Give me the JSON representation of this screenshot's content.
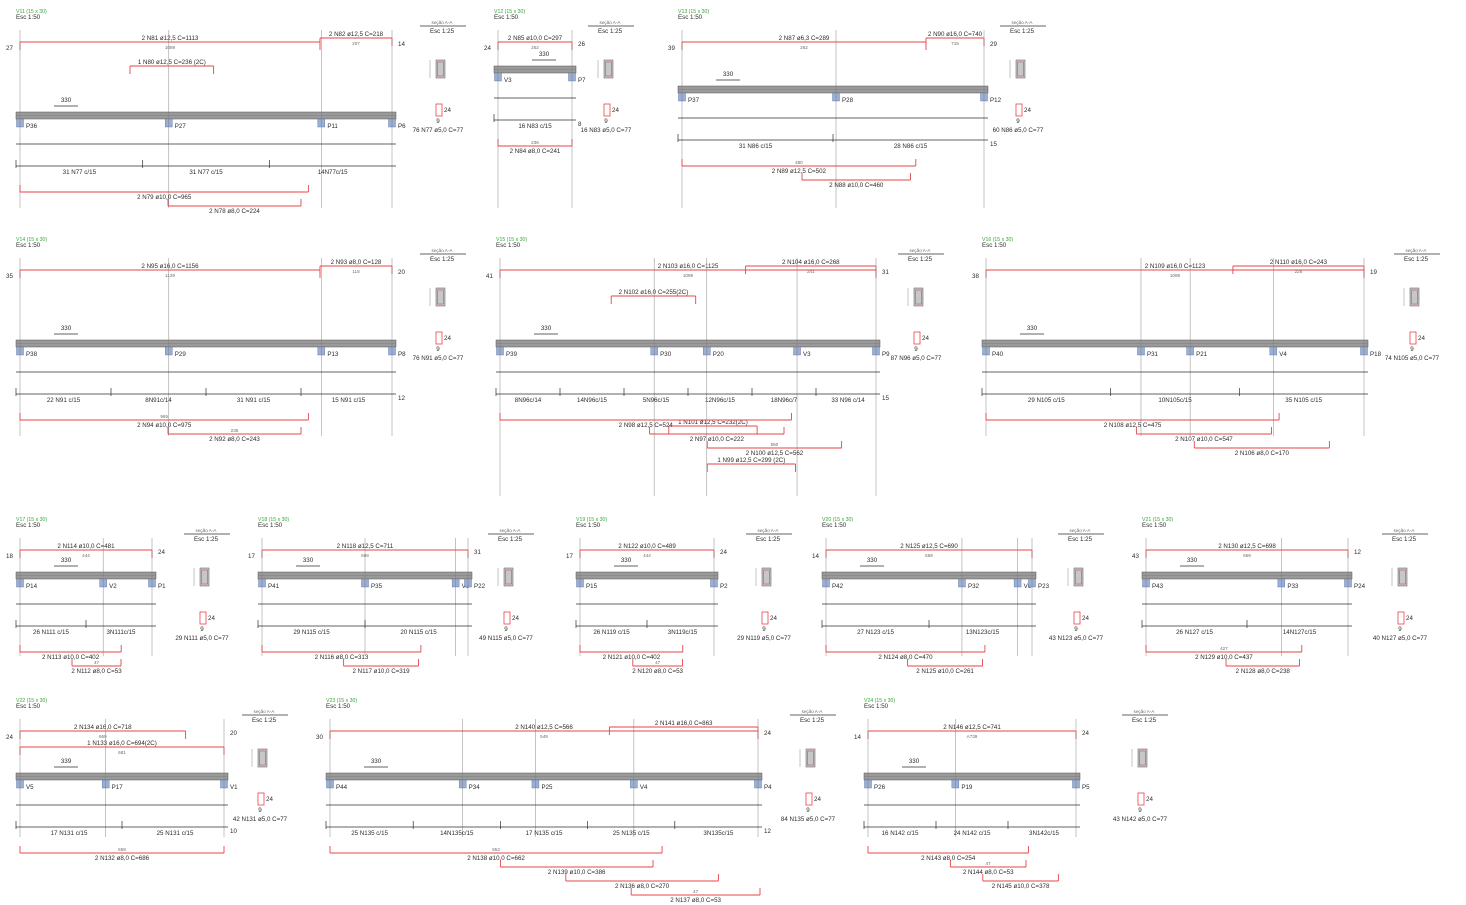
{
  "colors": {
    "rebar": "#e8434a",
    "beam": "#9a9a9a",
    "column": "#9aaed6",
    "title": "#3aa53a"
  },
  "icons": {
    "support": "column-stub",
    "section": "cross-section-box"
  },
  "section_common": {
    "title": "seção A-A",
    "scale": "Esc 1:25"
  },
  "beams": [
    {
      "title": "V11 (15 x 30)",
      "scale": "Esc 1:50",
      "rebars_top": [
        {
          "text": "2 N81 ø12,5 C=1113",
          "sub": "1089"
        },
        {
          "text": "2 N82 ø12,5 C=218",
          "sub": "207"
        },
        {
          "text": "1 N80 ø12,5 C=236 (2C)",
          "sub": ""
        }
      ],
      "supports": [
        "P36",
        "P27",
        "P11",
        "P6"
      ],
      "dims": [
        "330",
        "27",
        "14"
      ],
      "stirrups": [
        "31 N77 c/15",
        "31 N77 c/15",
        "14N77c/15"
      ],
      "rebars_bottom": [
        {
          "text": "2 N79 ø10,0 C=965",
          "sub": ""
        },
        {
          "text": "2 N78 ø8,0 C=224",
          "sub": ""
        }
      ],
      "section_bars": "76 N77 ø5,0 C=77",
      "section_dims": [
        "24",
        "9"
      ]
    },
    {
      "title": "V12 (15 x 30)",
      "scale": "Esc 1:50",
      "rebars_top": [
        {
          "text": "2 N85 ø10,0 C=297",
          "sub": "252"
        }
      ],
      "supports": [
        "V3",
        "P7"
      ],
      "dims": [
        "330",
        "24",
        "26",
        "8"
      ],
      "stirrups": [
        "16 N83 c/15"
      ],
      "rebars_bottom": [
        {
          "text": "2 N84 ø8,0 C=241",
          "sub": "236"
        }
      ],
      "section_bars": "16 N83 ø5,0 C=77",
      "section_dims": [
        "24",
        "9"
      ]
    },
    {
      "title": "V13 (15 x 30)",
      "scale": "Esc 1:50",
      "rebars_top": [
        {
          "text": "2 N87 ø6,3 C=289",
          "sub": "262"
        },
        {
          "text": "2 N90 ø16,0 C=740",
          "sub": "715"
        }
      ],
      "supports": [
        "P37",
        "P28",
        "P12"
      ],
      "dims": [
        "330",
        "39",
        "29",
        "15"
      ],
      "stirrups": [
        "31 N86 c/15",
        "28 N86 c/15"
      ],
      "rebars_bottom": [
        {
          "text": "2 N89 ø12,5 C=502",
          "sub": "480"
        },
        {
          "text": "2 N88 ø10,0 C=460",
          "sub": ""
        }
      ],
      "section_bars": "60 N86 ø5,0 C=77",
      "section_dims": [
        "24",
        "9"
      ]
    },
    {
      "title": "V14 (15 x 30)",
      "scale": "Esc 1:50",
      "rebars_top": [
        {
          "text": "2 N95 ø16,0 C=1156",
          "sub": "1129"
        },
        {
          "text": "2 N93 ø8,0 C=128",
          "sub": "118"
        }
      ],
      "supports": [
        "P38",
        "P29",
        "P13",
        "P8"
      ],
      "dims": [
        "330",
        "35",
        "20",
        "12"
      ],
      "stirrups": [
        "22 N91 c/15",
        "8N91c/14",
        "31 N91 c/15",
        "15 N91 c/15"
      ],
      "rebars_bottom": [
        {
          "text": "2 N94 ø10,0 C=975",
          "sub": "965"
        },
        {
          "text": "2 N92 ø8,0 C=243",
          "sub": "235"
        }
      ],
      "section_bars": "76 N91 ø5,0 C=77",
      "section_dims": [
        "24",
        "9"
      ]
    },
    {
      "title": "V15 (15 x 30)",
      "scale": "Esc 1:50",
      "rebars_top": [
        {
          "text": "2 N103 ø16,0 C=1125",
          "sub": "1099"
        },
        {
          "text": "2 N104 ø16,0 C=268",
          "sub": "241"
        },
        {
          "text": "2 N102 ø16,0 C=255(2C)",
          "sub": ""
        },
        {
          "text": "1 N101 ø12,5 C=232(2C)",
          "sub": ""
        },
        {
          "text": "1 N99 ø12,5 C=299 (2C)",
          "sub": ""
        }
      ],
      "supports": [
        "P39",
        "P30",
        "P20",
        "V3",
        "P9"
      ],
      "dims": [
        "330",
        "41",
        "31",
        "15"
      ],
      "stirrups": [
        "8N96c/14",
        "14N96c/15",
        "5N96c/15",
        "12N96c/15",
        "18N96c/7",
        "33 N96 c/14"
      ],
      "rebars_bottom": [
        {
          "text": "2 N98 ø12,5 C=524",
          "sub": ""
        },
        {
          "text": "2 N97 ø10,0 C=222",
          "sub": ""
        },
        {
          "text": "2 N100 ø12,5 C=562",
          "sub": "550"
        }
      ],
      "section_bars": "87 N96 ø5,0 C=77",
      "section_dims": [
        "24",
        "9"
      ]
    },
    {
      "title": "V16 (15 x 30)",
      "scale": "Esc 1:50",
      "rebars_top": [
        {
          "text": "2 N109 ø16,0 C=1123",
          "sub": "1089"
        },
        {
          "text": "2 N110 ø16,0 C=243",
          "sub": "228"
        }
      ],
      "supports": [
        "P40",
        "P31",
        "P21",
        "V4",
        "P18"
      ],
      "dims": [
        "330",
        "38",
        "19"
      ],
      "stirrups": [
        "29 N105 c/15",
        "10N105c/15",
        "35 N105 c/15"
      ],
      "rebars_bottom": [
        {
          "text": "2 N108 ø12,5 C=475",
          "sub": ""
        },
        {
          "text": "2 N107 ø10,0 C=547",
          "sub": ""
        },
        {
          "text": "2 N106 ø8,0 C=170",
          "sub": ""
        }
      ],
      "section_bars": "74 N105 ø5,0 C=77",
      "section_dims": [
        "24",
        "9"
      ]
    },
    {
      "title": "V17 (15 x 30)",
      "scale": "Esc 1:50",
      "rebars_top": [
        {
          "text": "2 N114 ø10,0 C=481",
          "sub": "444"
        }
      ],
      "supports": [
        "P14",
        "V2",
        "P1"
      ],
      "dims": [
        "330",
        "18",
        "24"
      ],
      "stirrups": [
        "26 N111 c/15",
        "3N111c/15"
      ],
      "rebars_bottom": [
        {
          "text": "2 N113 ø10,0 C=402",
          "sub": ""
        },
        {
          "text": "2 N112 ø8,0 C=53",
          "sub": "47"
        }
      ],
      "section_bars": "29 N111 ø5,0 C=77",
      "section_dims": [
        "24",
        "9"
      ]
    },
    {
      "title": "V18 (15 x 30)",
      "scale": "Esc 1:50",
      "rebars_top": [
        {
          "text": "2 N118 ø12,5 C=711",
          "sub": "669"
        }
      ],
      "supports": [
        "P41",
        "P35",
        "V6",
        "P22"
      ],
      "dims": [
        "330",
        "17",
        "31"
      ],
      "stirrups": [
        "29 N115 c/15",
        "20 N115 c/15"
      ],
      "rebars_bottom": [
        {
          "text": "2 N116 ø8,0 C=313",
          "sub": ""
        },
        {
          "text": "2 N117 ø10,0 C=319",
          "sub": ""
        }
      ],
      "section_bars": "49 N115 ø5,0 C=77",
      "section_dims": [
        "24",
        "9"
      ]
    },
    {
      "title": "V19 (15 x 30)",
      "scale": "Esc 1:50",
      "rebars_top": [
        {
          "text": "2 N122 ø10,0 C=489",
          "sub": "444"
        }
      ],
      "supports": [
        "P15",
        "P2"
      ],
      "dims": [
        "330",
        "17",
        "24"
      ],
      "stirrups": [
        "26 N119 c/15",
        "3N119c/15"
      ],
      "rebars_bottom": [
        {
          "text": "2 N121 ø10,0 C=402",
          "sub": ""
        },
        {
          "text": "2 N120 ø8,0 C=53",
          "sub": "47"
        }
      ],
      "section_bars": "29 N119 ø5,0 C=77",
      "section_dims": [
        "24",
        "9"
      ]
    },
    {
      "title": "V20 (15 x 30)",
      "scale": "Esc 1:50",
      "rebars_top": [
        {
          "text": "2 N125 ø12,5 C=690",
          "sub": "669"
        }
      ],
      "supports": [
        "P42",
        "P32",
        "V6",
        "P23"
      ],
      "dims": [
        "330",
        "14"
      ],
      "stirrups": [
        "27 N123 c/15",
        "13N123c/15"
      ],
      "rebars_bottom": [
        {
          "text": "2 N124 ø8,0 C=470",
          "sub": ""
        },
        {
          "text": "2 N125 ø10,0 C=261",
          "sub": ""
        }
      ],
      "section_bars": "43 N123 ø5,0 C=77",
      "section_dims": [
        "24",
        "9"
      ]
    },
    {
      "title": "V21 (15 x 30)",
      "scale": "Esc 1:50",
      "rebars_top": [
        {
          "text": "2 N130 ø12,5 C=698",
          "sub": "659"
        }
      ],
      "supports": [
        "P43",
        "P33",
        "P24"
      ],
      "dims": [
        "330",
        "43",
        "12"
      ],
      "stirrups": [
        "26 N127 c/15",
        "14N127c/15"
      ],
      "rebars_bottom": [
        {
          "text": "2 N129 ø10,0 C=437",
          "sub": "427"
        },
        {
          "text": "2 N128 ø8,0 C=238",
          "sub": ""
        }
      ],
      "section_bars": "40 N127 ø5,0 C=77",
      "section_dims": [
        "24",
        "9"
      ]
    },
    {
      "title": "V22 (15 x 30)",
      "scale": "Esc 1:50",
      "rebars_top": [
        {
          "text": "2 N134 ø16,0 C=718",
          "sub": "669"
        },
        {
          "text": "1 N133 ø16,0 C=694(2C)",
          "sub": "681"
        }
      ],
      "supports": [
        "V5",
        "P17",
        "V1"
      ],
      "dims": [
        "339",
        "24",
        "20",
        "10"
      ],
      "stirrups": [
        "17 N131 c/15",
        "25 N131 c/15"
      ],
      "rebars_bottom": [
        {
          "text": "2 N132 ø8,0 C=686",
          "sub": "659"
        }
      ],
      "section_bars": "42 N131 ø5,0 C=77",
      "section_dims": [
        "24",
        "9"
      ]
    },
    {
      "title": "V23 (15 x 30)",
      "scale": "Esc 1:50",
      "rebars_top": [
        {
          "text": "2 N140 ø12,5 C=566",
          "sub": "549"
        },
        {
          "text": "2 N141 ø16,0 C=863",
          "sub": ""
        }
      ],
      "supports": [
        "P44",
        "P34",
        "P25",
        "V4",
        "P4"
      ],
      "dims": [
        "330",
        "30",
        "24",
        "12"
      ],
      "stirrups": [
        "25 N135 c/15",
        "14N135c/15",
        "17 N135 c/15",
        "25 N135 c/15",
        "3N135c/15"
      ],
      "rebars_bottom": [
        {
          "text": "2 N138 ø10,0 C=662",
          "sub": "652"
        },
        {
          "text": "2 N139 ø10,0 C=386",
          "sub": ""
        },
        {
          "text": "2 N136 ø8,0 C=270",
          "sub": ""
        },
        {
          "text": "2 N137 ø8,0 C=53",
          "sub": "47"
        }
      ],
      "section_bars": "84 N135 ø5,0 C=77",
      "section_dims": [
        "24",
        "9"
      ]
    },
    {
      "title": "V24 (15 x 30)",
      "scale": "Esc 1:50",
      "rebars_top": [
        {
          "text": "2 N146 ø12,5 C=741",
          "sub": "A739"
        }
      ],
      "supports": [
        "P26",
        "P19",
        "P5"
      ],
      "dims": [
        "330",
        "14",
        "24"
      ],
      "stirrups": [
        "16 N142 c/15",
        "24 N142 c/15",
        "3N142c/15"
      ],
      "rebars_bottom": [
        {
          "text": "2 N143 ø8,0 C=254",
          "sub": ""
        },
        {
          "text": "2 N144 ø8,0 C=53",
          "sub": "47"
        },
        {
          "text": "2 N145 ø10,0 C=378",
          "sub": ""
        }
      ],
      "section_bars": "43 N142 ø5,0 C=77",
      "section_dims": [
        "24",
        "9"
      ]
    }
  ]
}
